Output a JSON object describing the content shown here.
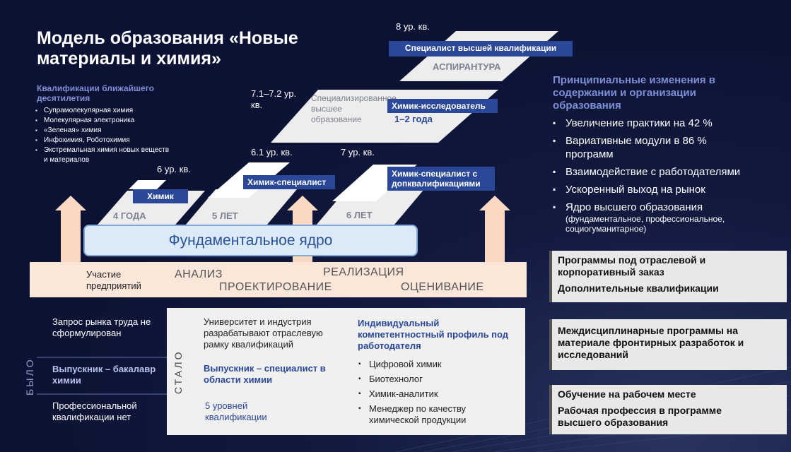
{
  "title": "Модель образования «Новые материалы и химия»",
  "qualifications": {
    "heading": "Квалификации ближайшего десятилетия",
    "items": [
      "Супрамолекулярная химия",
      "Молекулярная электроника",
      "«Зеленая» химия",
      "Инфохимия, Роботохимия",
      "Экстремальная химия новых веществ и материалов"
    ]
  },
  "levels": {
    "lvl6": "6 ур. кв.",
    "lvl61": "6.1 ур. кв.",
    "lvl7": "7 ур. кв.",
    "lvl71": "7.1–7.2 ур. кв.",
    "lvl8": "8 ур. кв."
  },
  "platforms": {
    "years4": "4 ГОДА",
    "years5": "5 ЛЕТ",
    "years6": "6 ЛЕТ",
    "specialized": "Специализированное высшее образование",
    "duration12": "1–2 года",
    "aspirantura": "АСПИРАНТУРА"
  },
  "labels": {
    "chemist": "Химик",
    "chemist_specialist": "Химик-специалист",
    "chemist_specialist_extra": "Химик-специалист с допквалификациями",
    "chemist_researcher": "Химик-исследователь",
    "top_specialist": "Специалист высшей квалификации"
  },
  "core": "Фундаментальное ядро",
  "band": {
    "participation": "Участие предприятий",
    "analysis": "АНАЛИЗ",
    "design": "ПРОЕКТИРОВАНИЕ",
    "implementation": "РЕАЛИЗАЦИЯ",
    "evaluation": "ОЦЕНИВАНИЕ"
  },
  "principles": {
    "heading": "Принципиальные изменения в содержании и организации образования",
    "items": [
      "Увеличение практики на 42 %",
      "Вариативные модули в 86 % программ",
      "Взаимодействие с работодателями",
      "Ускоренный выход на рынок"
    ],
    "core_item": "Ядро высшего образования",
    "core_note": "(фундаментальное, профессиональное, социогуманитарное)"
  },
  "boxes": {
    "box1_line1": "Программы под отраслевой и корпоративный заказ",
    "box1_line2": "Дополнительные квалификации",
    "box2": "Междисциплинарные программы на материале фронтирных разработок и исследований",
    "box3_line1": "Обучение на рабочем месте",
    "box3_line2": "Рабочая профессия в программе высшего образования"
  },
  "was": {
    "label": "БЫЛО",
    "row1": "Запрос рынка труда не сформулирован",
    "row2": "Выпускник – бакалавр химии",
    "row3": "Профессиональной квалификации нет"
  },
  "stalo": {
    "label": "СТАЛО",
    "row1": "Университет и индустрия разрабатывают отраслевую рамку квалификаций",
    "row2": "Выпускник – специалист в области химии",
    "row3": "5 уровней квалификации",
    "profile_heading": "Индивидуальный компетентностный профиль под работодателя",
    "profiles": [
      "Цифровой химик",
      "Биотехнолог",
      "Химик-аналитик",
      "Менеджер по качеству химической продукции"
    ]
  },
  "colors": {
    "background": "#0b1233",
    "accent_blue": "#2b4797",
    "heading_lavender": "#7f8fd6",
    "band_peach": "#fbe6da",
    "core_fill": "#dce9f7"
  }
}
